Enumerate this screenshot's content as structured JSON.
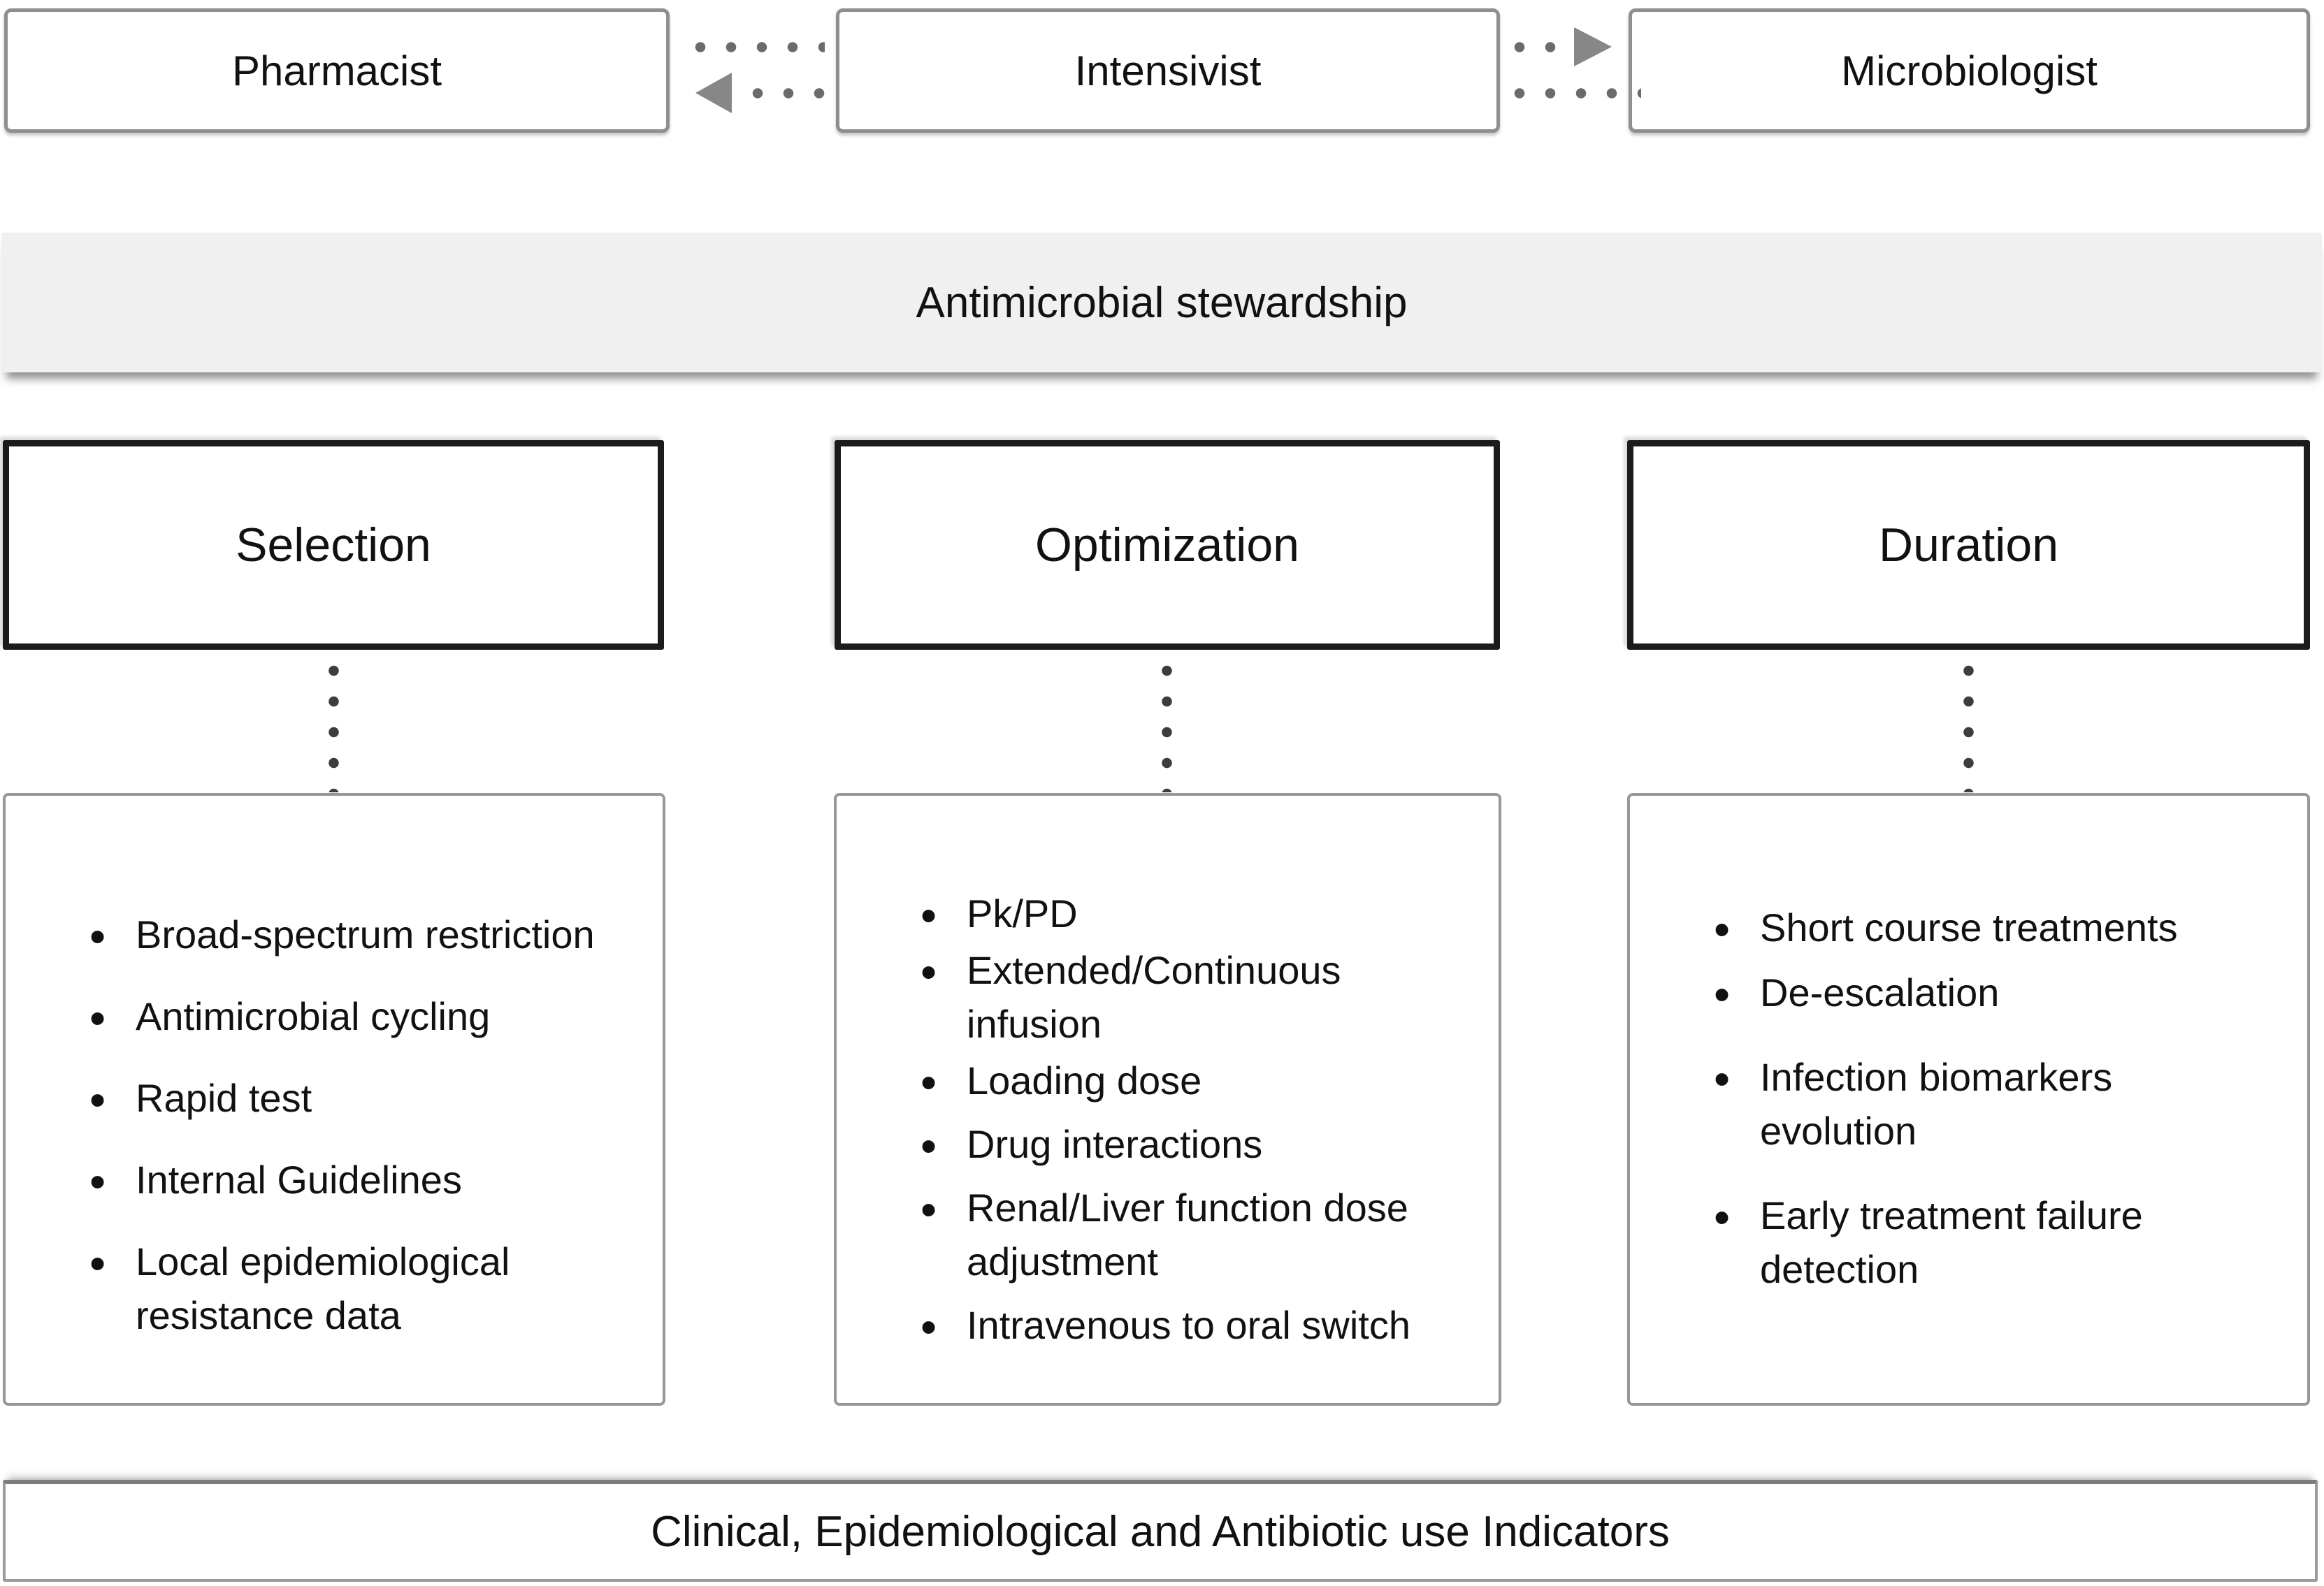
{
  "roles": [
    {
      "label": "Pharmacist"
    },
    {
      "label": "Intensivist"
    },
    {
      "label": "Microbiologist"
    }
  ],
  "banner": {
    "label": "Antimicrobial stewardship"
  },
  "columns": [
    {
      "header": "Selection",
      "items": [
        "Broad-spectrum restriction",
        "Antimicrobial cycling",
        "Rapid test",
        "Internal Guidelines",
        "Local epidemiological resistance data"
      ]
    },
    {
      "header": "Optimization",
      "items": [
        "Pk/PD",
        "Extended/Continuous infusion",
        "Loading dose",
        "Drug interactions",
        "Renal/Liver function dose adjustment",
        "Intravenous to oral switch"
      ]
    },
    {
      "header": "Duration",
      "items": [
        "Short course treatments",
        "De-escalation",
        "Infection biomarkers evolution",
        "Early treatment failure detection"
      ]
    }
  ],
  "footer": {
    "label": "Clinical, Epidemiological and Antibiotic use Indicators"
  },
  "icons": {
    "arrow_to_pharmacist": "left-arrowhead",
    "arrow_to_microbiologist": "right-arrowhead",
    "connector_style": "dotted-line"
  },
  "colors": {
    "banner_bg": "#f0f0f1",
    "role_border": "#8f8f8f",
    "stage_border": "#1b1b1b",
    "detail_border": "#979797",
    "footer_border": "#9b9b9b",
    "dot_gray": "#6b6b6b",
    "dot_dark": "#3d3d3d",
    "arrow_gray": "#878787",
    "text": "#111111"
  }
}
